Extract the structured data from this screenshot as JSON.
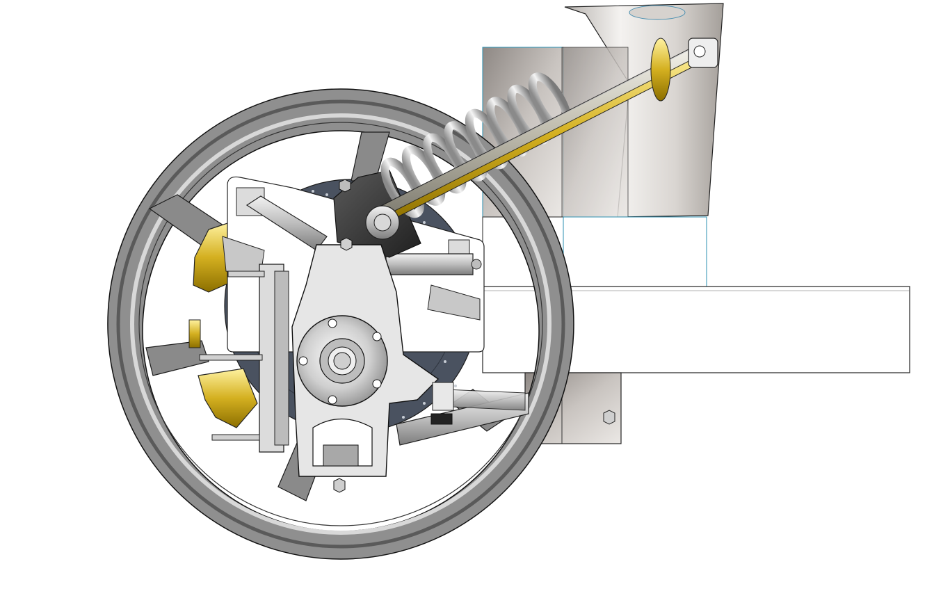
{
  "viewport": {
    "background": "#ffffff",
    "render_style": "shaded-with-edges"
  },
  "model": {
    "assembly": "suspension-corner",
    "components": [
      {
        "name": "wheel-rim",
        "color": "#8f8f8f"
      },
      {
        "name": "brake-disc",
        "color": "#4a5260"
      },
      {
        "name": "brake-caliper",
        "color": "#d4b020"
      },
      {
        "name": "coilover-spring",
        "color": "#c9c9c9"
      },
      {
        "name": "damper-rod",
        "color": "#d8b000"
      },
      {
        "name": "upright",
        "color": "#e6e6e6"
      },
      {
        "name": "wheel-hub",
        "color": "#cfcfcf"
      },
      {
        "name": "upper-wishbone",
        "color": "#9a9a9a"
      },
      {
        "name": "lower-wishbone",
        "color": "#bdbdbd"
      },
      {
        "name": "chassis-frame",
        "color": "#f5f5f5"
      },
      {
        "name": "bellcrank-mount",
        "color": "#3a3a3a"
      }
    ],
    "edge_color": "#1a1a1a",
    "highlight_edge_color": "#2a8fb0"
  }
}
